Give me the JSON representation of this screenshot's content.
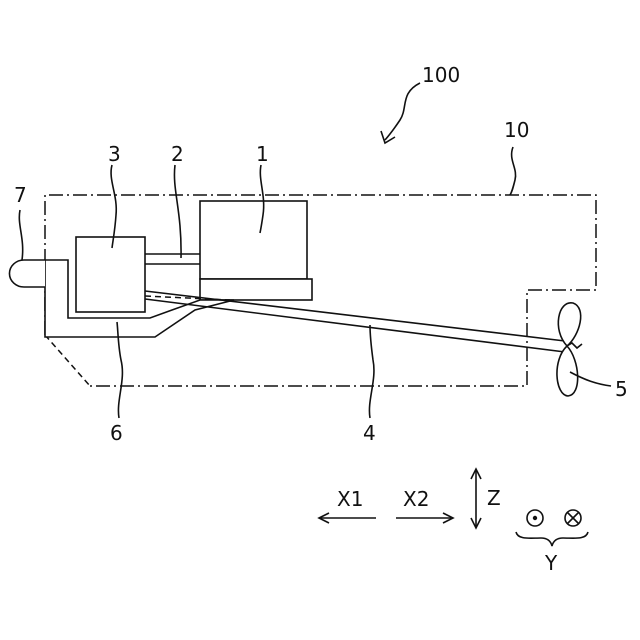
{
  "labels": {
    "system": "100",
    "hull": "10",
    "engine": "1",
    "shaft_connector": "2",
    "unit_3": "3",
    "propeller_shaft": "4",
    "propeller": "5",
    "base": "6",
    "unit_7": "7"
  },
  "axes": {
    "x1": "X1",
    "x2": "X2",
    "z": "Z",
    "y": "Y"
  }
}
